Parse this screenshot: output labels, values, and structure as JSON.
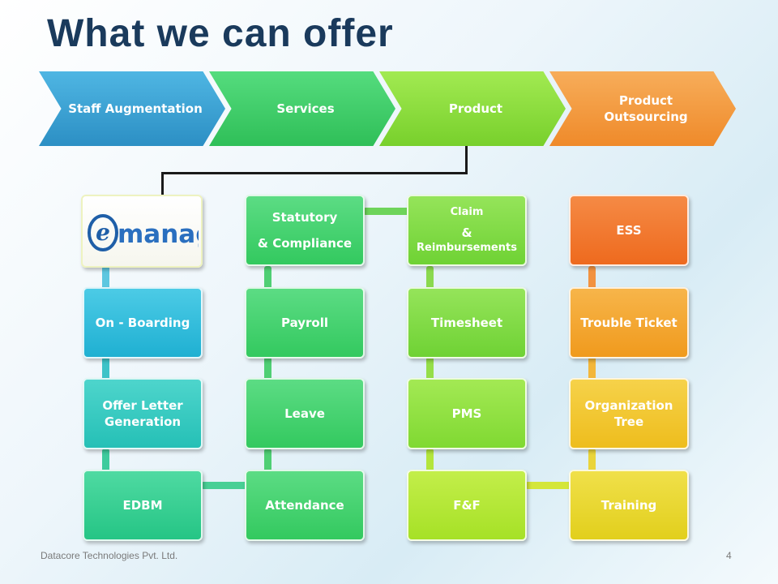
{
  "title": "What we can offer",
  "chevrons": [
    {
      "label": "Staff Augmentation",
      "color": "#3aa3d6"
    },
    {
      "label": "Services",
      "color": "#3fd06a"
    },
    {
      "label": "Product",
      "color": "#8fe33a"
    },
    {
      "label": "Product Outsourcing",
      "color": "#f59a3c"
    }
  ],
  "logo": {
    "text": "manage",
    "letter": "e"
  },
  "columns": [
    {
      "boxes": [
        {
          "label": "On - Boarding",
          "color": "#27b7d6"
        },
        {
          "label": "Offer Letter Generation",
          "color": "#2ec9bf"
        },
        {
          "label": "EDBM",
          "color": "#2fcf8e"
        }
      ]
    },
    {
      "boxes": [
        {
          "label_line1": "Statutory",
          "label_line2": "& Compliance",
          "color": "#3fd26a"
        },
        {
          "label": "Payroll",
          "color": "#3fd26a"
        },
        {
          "label": "Leave",
          "color": "#3fd26a"
        },
        {
          "label": "Attendance",
          "color": "#3fd26a"
        }
      ]
    },
    {
      "boxes": [
        {
          "label_line1": "Claim",
          "label_line2": "&",
          "label_line3": "Reimbursements",
          "color": "#7edc3f"
        },
        {
          "label": "Timesheet",
          "color": "#7edc3f"
        },
        {
          "label": "PMS",
          "color": "#8de43c"
        },
        {
          "label": "F&F",
          "color": "#b6ea2f"
        }
      ]
    },
    {
      "boxes": [
        {
          "label": "ESS",
          "color": "#f2782e"
        },
        {
          "label": "Trouble Ticket",
          "color": "#f5a330"
        },
        {
          "label": "Organization Tree",
          "color": "#f3c831"
        },
        {
          "label": "Training",
          "color": "#ecd82b"
        }
      ]
    }
  ],
  "footer": "Datacore Technologies Pvt. Ltd.",
  "page_number": "4"
}
